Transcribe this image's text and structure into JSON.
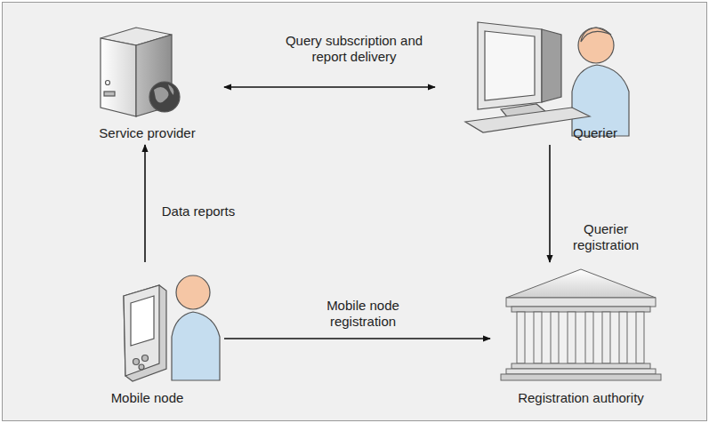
{
  "diagram": {
    "nodes": [
      {
        "text": [
          "Service provider"
        ]
      },
      {
        "text": [
          "Querier"
        ]
      },
      {
        "text": [
          "Mobile node"
        ]
      },
      {
        "text": [
          "Registration authority"
        ]
      }
    ],
    "edges": [
      {
        "from": 0,
        "to": 1,
        "arrow": "both",
        "label": "Query subscription and report delivery"
      },
      {
        "from": 1,
        "to": 3,
        "arrow": "to",
        "label": "Querier registration"
      },
      {
        "from": 2,
        "to": 0,
        "arrow": "to",
        "label": "Data reports"
      },
      {
        "from": 2,
        "to": 3,
        "arrow": "to",
        "label": "Mobile node registration"
      }
    ]
  }
}
